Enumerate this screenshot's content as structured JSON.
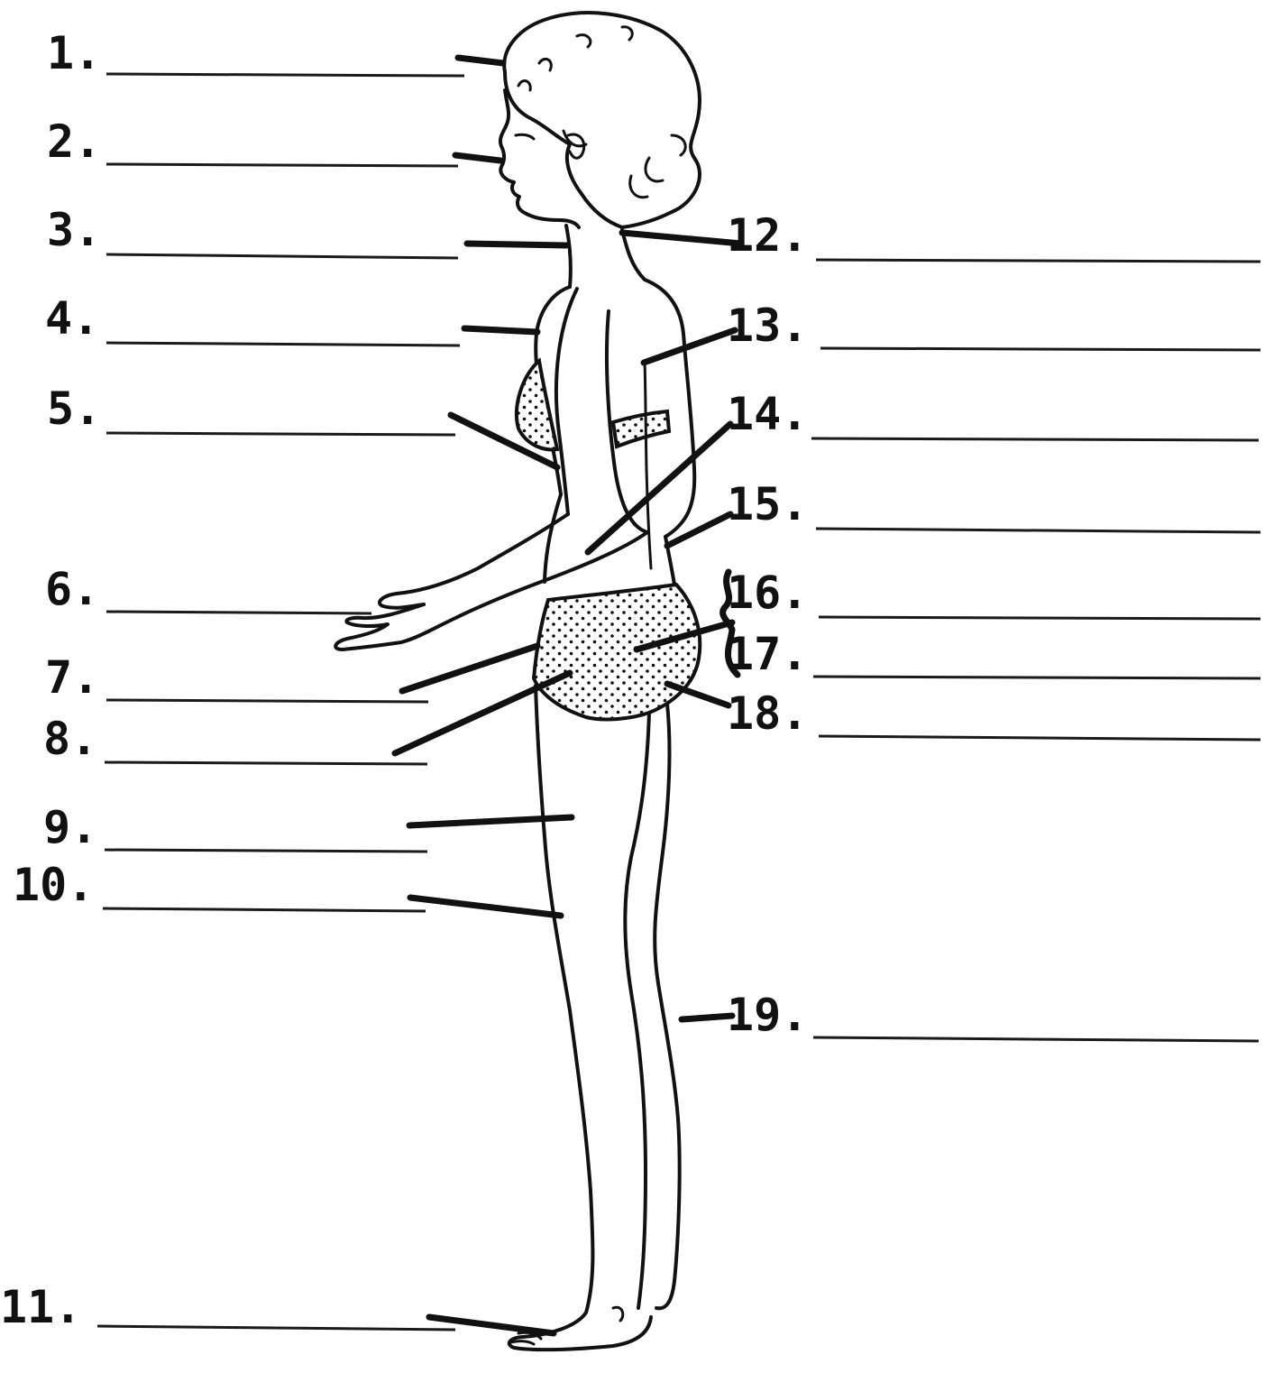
{
  "labels": {
    "l1": "1.",
    "l2": "2.",
    "l3": "3.",
    "l4": "4.",
    "l5": "5.",
    "l6": "6.",
    "l7": "7.",
    "l8": "8.",
    "l9": "9.",
    "l10": "10.",
    "l11": "11.",
    "l12": "12.",
    "l13": "13.",
    "l14": "14.",
    "l15": "15.",
    "l16": "16.",
    "l17": "17.",
    "l18": "18.",
    "l19": "19."
  },
  "colors": {
    "ink": "#111111",
    "paper": "#ffffff"
  }
}
